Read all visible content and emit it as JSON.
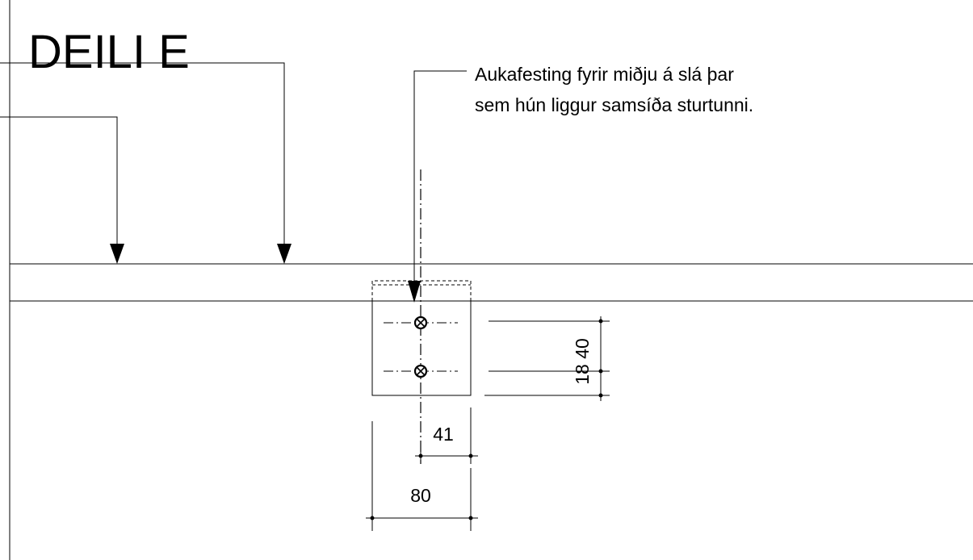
{
  "title": "DEILI E",
  "note": {
    "line1": "Aukafesting fyrir  miðju á slá þar",
    "line2": "sem hún liggur samsíða sturtunni."
  },
  "dimensions": {
    "horizontal_inner": "41",
    "horizontal_outer": "80",
    "vertical": "18 40"
  }
}
